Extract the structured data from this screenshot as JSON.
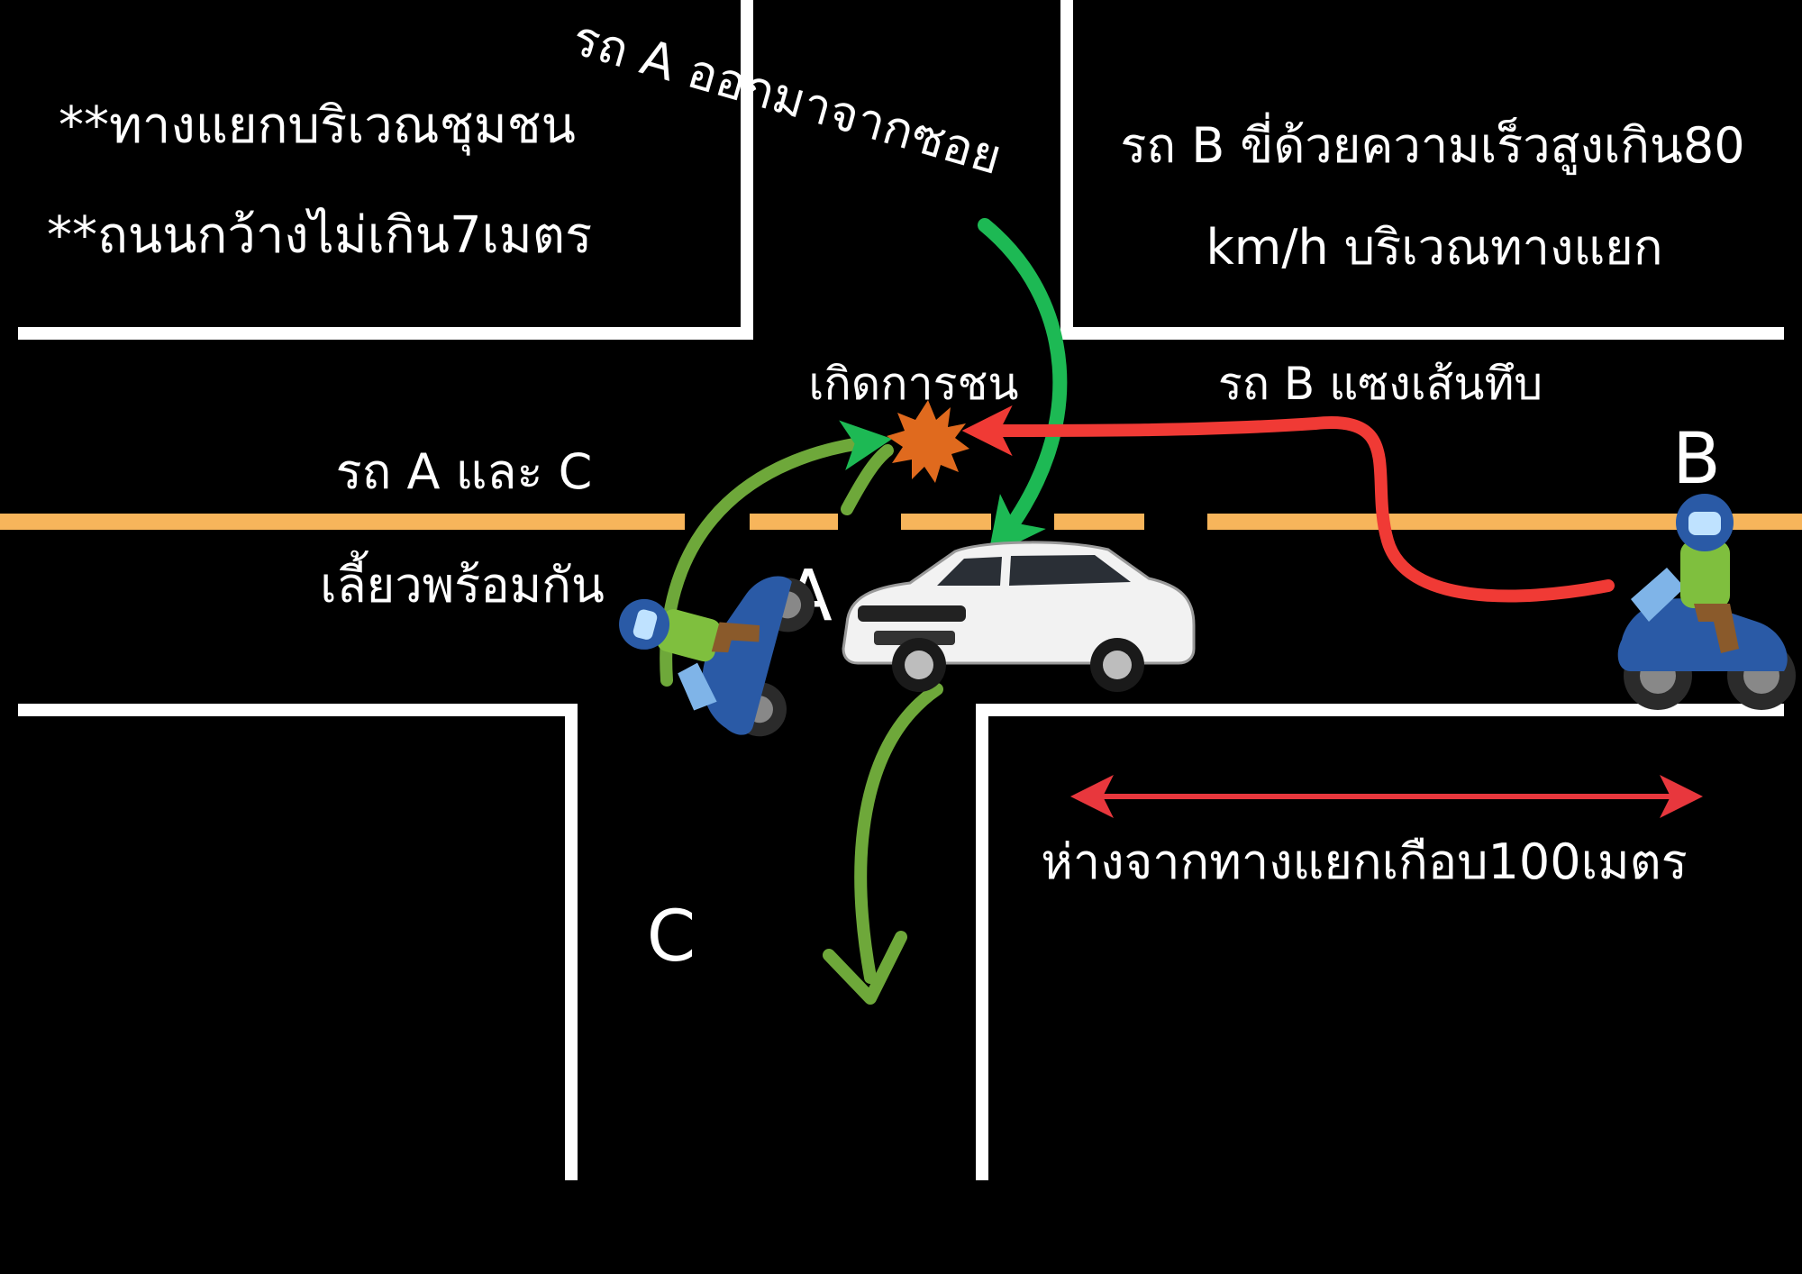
{
  "notes": {
    "line1": "**ทางแยกบริเวณชุมชน",
    "line2": "**ถนนกว้างไม่เกิน7เมตร"
  },
  "car_a_exit_label": "รถ A ออกมาจากซอย",
  "car_b_speed": {
    "line1": "รถ B  ขี่ด้วยความเร็วสูงเกิน80",
    "line2": "km/h บริเวณทางแยก"
  },
  "collision_label": "เกิดการชน",
  "car_b_overtake_label": "รถ B แซงเส้นทึบ",
  "turn_together": {
    "line1": "รถ A และ C",
    "line2": "เลี้ยวพร้อมกัน"
  },
  "distance_label": "ห่างจากทางแยกเกือบ100เมตร",
  "vehicle_labels": {
    "a": "A",
    "b": "B",
    "c": "C"
  },
  "colors": {
    "background": "#000000",
    "road_line": "#ffffff",
    "center_line": "#f7b55b",
    "path_a": "#1db954",
    "path_c": "#6ea83a",
    "path_b": "#f03a35",
    "distance_arrow": "#e8373d",
    "collision": "#e06a1e"
  },
  "icons": [
    "car-icon",
    "motorcycle-rider-icon",
    "collision-burst-icon"
  ]
}
